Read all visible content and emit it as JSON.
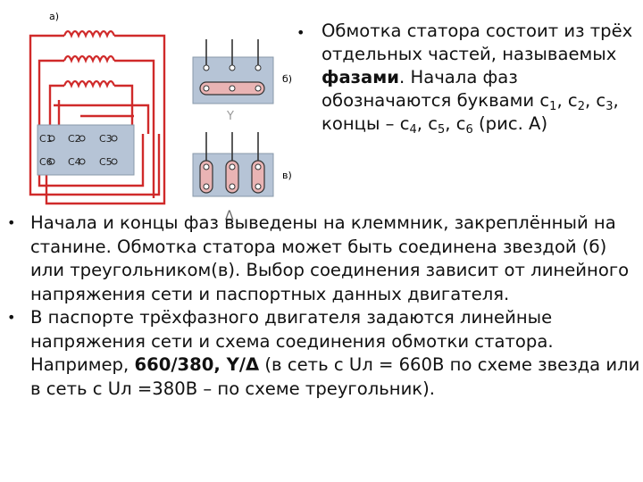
{
  "diagram": {
    "label_a": "а)",
    "label_b": "б)",
    "label_v": "в)",
    "star_symbol": "Y",
    "delta_symbol": "Δ",
    "terminals_top": [
      "C1",
      "C2",
      "C3"
    ],
    "terminals_bottom": [
      "C6",
      "C4",
      "C5"
    ],
    "wire_color": "#d02a2a",
    "box_color": "#b6c4d6"
  },
  "paragraph1": {
    "text_before": "Обмотка статора состоит из трёх отдельных частей, называемых ",
    "bold": "фазами",
    "text_after_bold": ". Начала фаз обозначаются буквами с",
    "s1": "1",
    "sep1": ", с",
    "s2": "2",
    "sep2": ", с",
    "s3": "3",
    "sep3": ", концы – с",
    "s4": "4",
    "sep4": ", с",
    "s5": "5",
    "sep5": ", с",
    "s6": "6",
    "end": " (рис. А)"
  },
  "paragraph2": "Начала и концы фаз выведены на клеммник, закреплённый на станине. Обмотка статора может быть соединена звездой (б) или треугольником(в). Выбор соединения зависит от линейного напряжения сети и паспортных данных двигателя.",
  "paragraph3": {
    "text_before": "В паспорте трёхфазного двигателя задаются линейные напряжения сети и схема соединения обмотки статора. Например, ",
    "bold": "660/380, Y/Δ",
    "text_after": " (в сеть с Uл = 660В по схеме звезда или в сеть с Uл =380В – по схеме треугольник)."
  }
}
